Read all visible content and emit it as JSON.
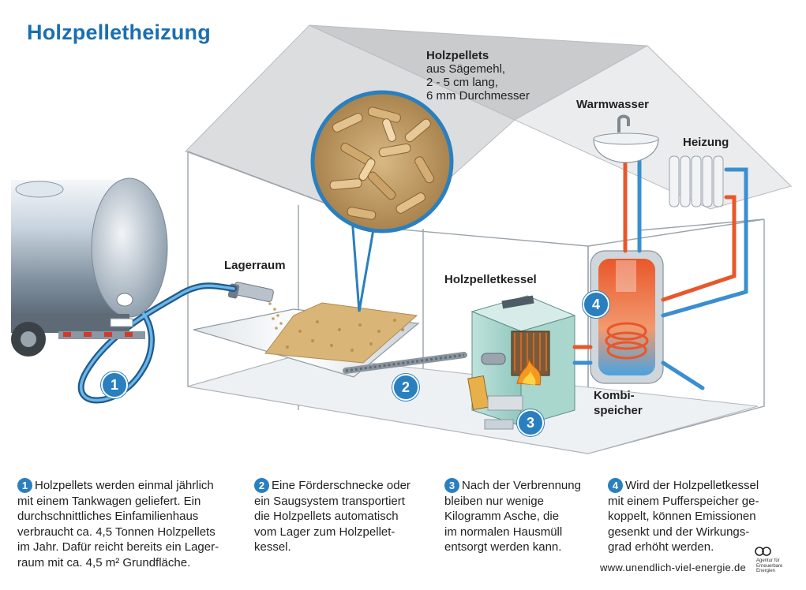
{
  "title": "Holzpelletheizung",
  "labels": {
    "lagerraum": "Lagerraum",
    "kessel": "Holzpelletkessel",
    "warmwasser": "Warmwasser",
    "heizung": "Heizung",
    "kombi_1": "Kombi-",
    "kombi_2": "speicher"
  },
  "pellets": {
    "heading": "Holzpellets",
    "line1": "aus Sägemehl,",
    "line2": "2 - 5 cm lang,",
    "line3": "6 mm Durchmesser"
  },
  "badges": [
    "1",
    "2",
    "3",
    "4"
  ],
  "captions": [
    {
      "num": "1",
      "lines": [
        "Holzpellets werden einmal jährlich",
        "mit einem Tankwagen geliefert. Ein",
        "durchschnittliches Einfamilienhaus",
        "verbraucht ca. 4,5 Tonnen Holzpellets",
        "im Jahr. Dafür reicht bereits ein Lager-",
        "raum mit ca. 4,5 m² Grundfläche."
      ]
    },
    {
      "num": "2",
      "lines": [
        "Eine Förderschnecke oder",
        "ein Saugsystem transportiert",
        "die Holzpellets automatisch",
        "vom Lager zum Holzpellet-",
        "kessel."
      ]
    },
    {
      "num": "3",
      "lines": [
        "Nach der Verbrennung",
        "bleiben nur wenige",
        "Kilogramm Asche, die",
        "im normalen Hausmüll",
        "entsorgt werden kann."
      ]
    },
    {
      "num": "4",
      "lines": [
        "Wird der Holzpelletkessel",
        "mit einem Pufferspeicher ge-",
        "koppelt, können Emissionen",
        "gesenkt und der Wirkungs-",
        "grad erhöht werden."
      ]
    }
  ],
  "footer": {
    "url": "www.unendlich-viel-energie.de",
    "logo_line1": "Agentur für",
    "logo_line2": "Erneuerbare",
    "logo_line3": "Energien"
  },
  "colors": {
    "title": "#1a6fb0",
    "badge": "#2a7fbf",
    "hot_pipe": "#e8572a",
    "cold_pipe": "#3a8fd0",
    "roof": "#d9dadb"
  }
}
